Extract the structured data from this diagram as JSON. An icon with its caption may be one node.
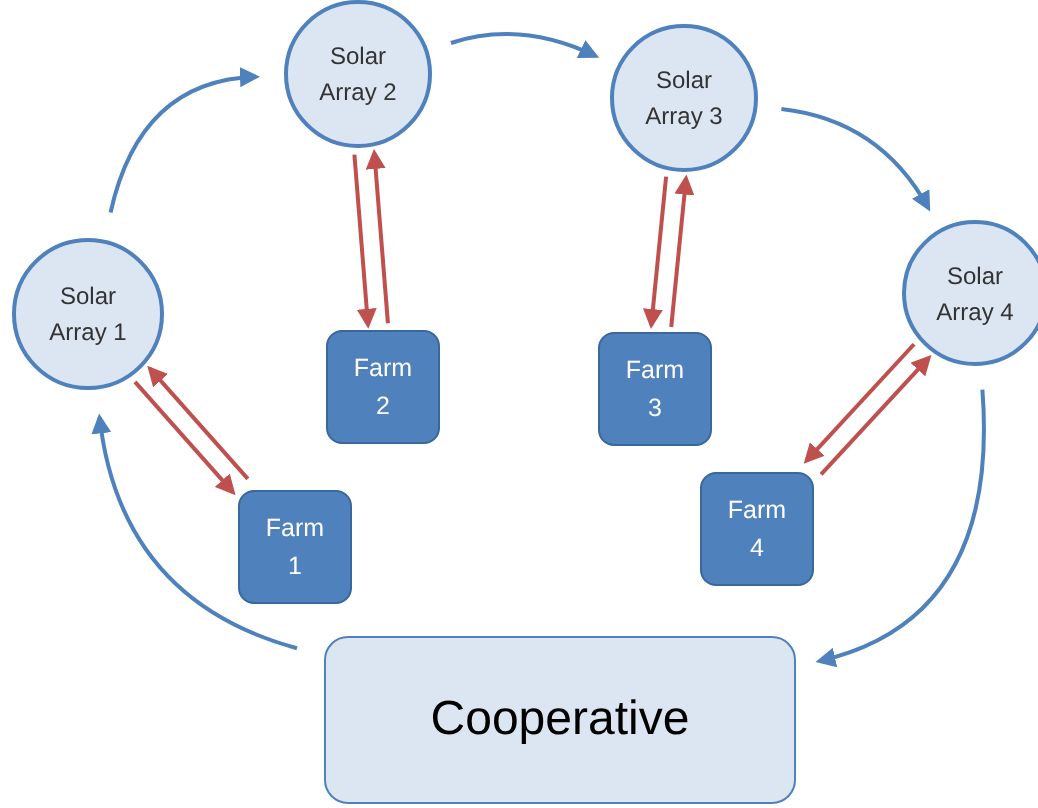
{
  "diagram": {
    "nodes": [
      {
        "text": [
          "Solar Array 1"
        ]
      },
      {
        "text": [
          "Solar Array 2"
        ]
      },
      {
        "text": [
          "Solar Array 3"
        ]
      },
      {
        "text": [
          "Solar Array 4"
        ]
      },
      {
        "text": [
          "Farm 2"
        ]
      },
      {
        "text": [
          "Farm 3"
        ]
      },
      {
        "text": [
          "Farm 1"
        ]
      },
      {
        "text": [
          "Farm 4"
        ]
      },
      {
        "text": [
          "Cooperative"
        ]
      }
    ],
    "edges": [
      {
        "from": 0,
        "to": 1,
        "arrow": "to",
        "color": "#4f81bd"
      },
      {
        "from": 1,
        "to": 2,
        "arrow": "to",
        "color": "#4f81bd"
      },
      {
        "from": 2,
        "to": 3,
        "arrow": "to",
        "color": "#4f81bd"
      },
      {
        "from": 3,
        "to": 8,
        "arrow": "to",
        "color": "#4f81bd"
      },
      {
        "from": 8,
        "to": 0,
        "arrow": "to",
        "color": "#4f81bd"
      },
      {
        "from": 4,
        "to": 1,
        "arrow": "to"
      },
      {
        "from": 1,
        "to": 4,
        "arrow": "to"
      },
      {
        "from": 5,
        "to": 2,
        "arrow": "to"
      },
      {
        "from": 2,
        "to": 5,
        "arrow": "to"
      },
      {
        "from": 6,
        "to": 0,
        "arrow": "to"
      },
      {
        "from": 0,
        "to": 6,
        "arrow": "to"
      },
      {
        "from": 7,
        "to": 3,
        "arrow": "to"
      },
      {
        "from": 3,
        "to": 7,
        "arrow": "to"
      }
    ]
  }
}
